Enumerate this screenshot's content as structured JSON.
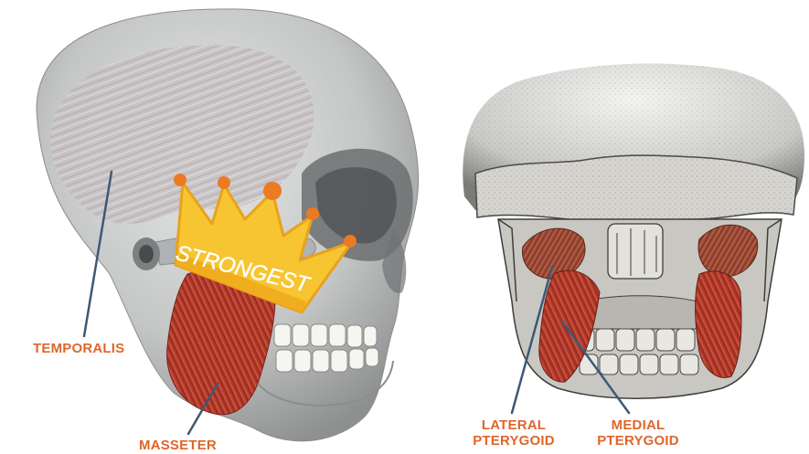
{
  "labels": {
    "temporalis": "TEMPORALIS",
    "masseter": "MASSETER",
    "lateral_pterygoid": "LATERAL\nPTERYGOID",
    "medial_pterygoid": "MEDIAL\nPTERYGOID"
  },
  "crown_text": "STRONGEST",
  "colors": {
    "label": "#e0662a",
    "crown": "#f7c531",
    "crown_jewel": "#ec7a22",
    "crown_outline": "#e8a21c",
    "muscle": "#b8432e",
    "pointer": "#3d5a75"
  }
}
